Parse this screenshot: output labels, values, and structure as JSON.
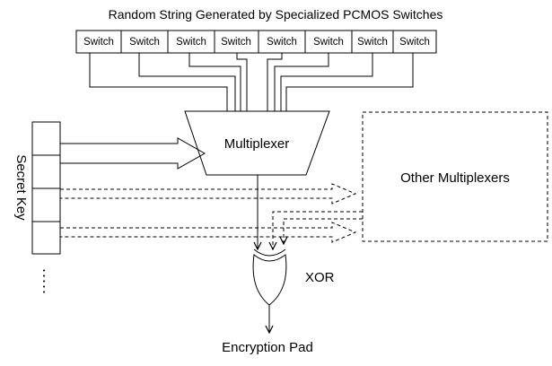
{
  "title": "Random String Generated by Specialized PCMOS Switches",
  "switches": [
    "Switch",
    "Switch",
    "Switch",
    "Switch",
    "Switch",
    "Switch",
    "Switch",
    "Switch"
  ],
  "multiplexer_label": "Multiplexer",
  "other_label": "Other Multiplexers",
  "secret_key_label": "Secret Key",
  "xor_label": "XOR",
  "output_label": "Encryption Pad",
  "ellipsis": "....."
}
